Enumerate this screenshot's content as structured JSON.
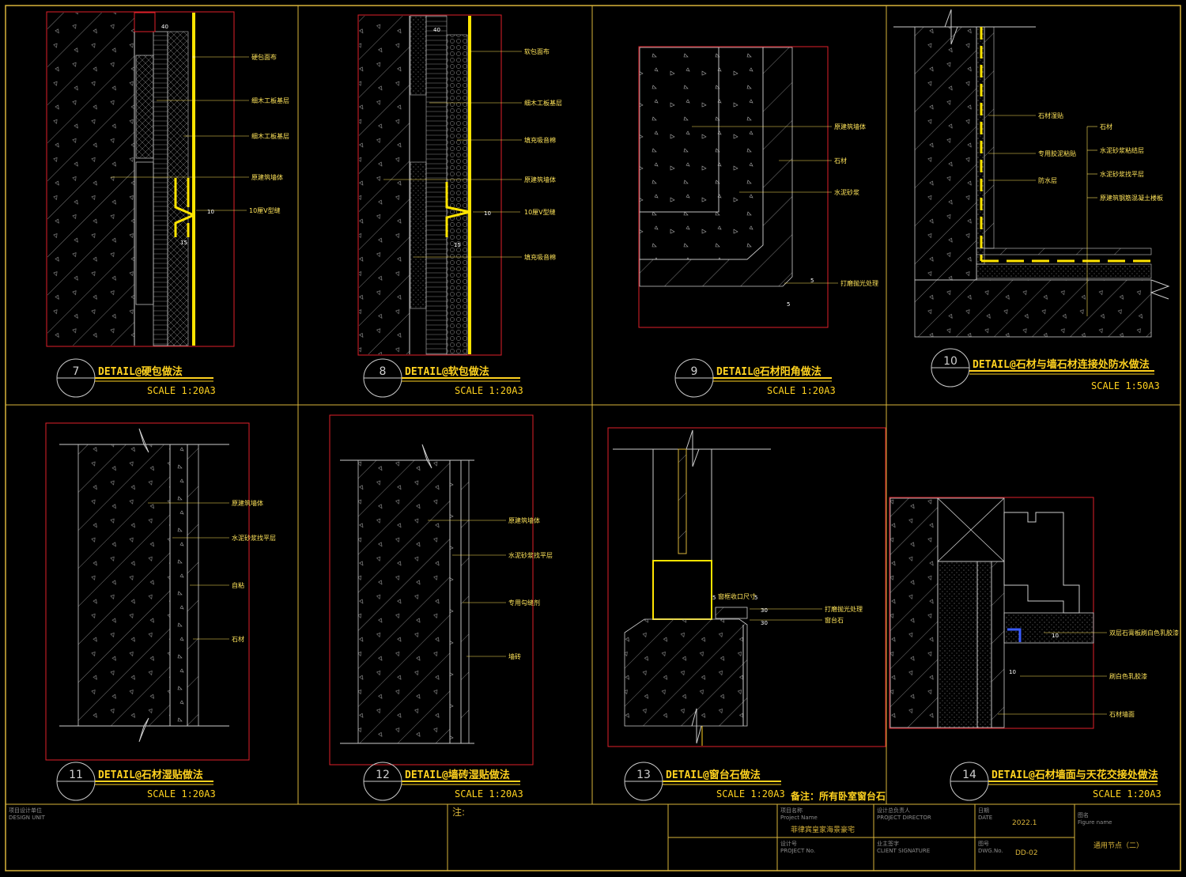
{
  "details": [
    {
      "id": "7",
      "title": "DETAIL@硬包做法",
      "scale": "SCALE 1:20A3",
      "labels": [
        "硬包面布",
        "细木工板基层",
        "细木工板基层",
        "原建筑墙体",
        "10厘V型缝"
      ],
      "dims": [
        "40",
        "10",
        "15"
      ]
    },
    {
      "id": "8",
      "title": "DETAIL@软包做法",
      "scale": "SCALE 1:20A3",
      "labels": [
        "软包面布",
        "细木工板基层",
        "填充吸音棉",
        "原建筑墙体",
        "10厘V型缝",
        "填充吸音棉"
      ],
      "dims": [
        "40",
        "10",
        "15"
      ]
    },
    {
      "id": "9",
      "title": "DETAIL@石材阳角做法",
      "scale": "SCALE 1:20A3",
      "labels": [
        "原建筑墙体",
        "石材",
        "水泥砂浆",
        "打磨抛光处理"
      ],
      "dims": [
        "5",
        "5"
      ]
    },
    {
      "id": "10",
      "title": "DETAIL@石材与墙石材连接处防水做法",
      "scale": "SCALE 1:50A3",
      "labels": [
        "石材湿贴",
        "专用胶泥粘贴",
        "防水层",
        "石材",
        "水泥砂浆粘结层",
        "水泥砂浆找平层",
        "原建筑钢筋混凝土楼板"
      ]
    },
    {
      "id": "11",
      "title": "DETAIL@石材湿贴做法",
      "scale": "SCALE 1:20A3",
      "labels": [
        "原建筑墙体",
        "水泥砂浆找平层",
        "自粘",
        "石材"
      ]
    },
    {
      "id": "12",
      "title": "DETAIL@墙砖湿贴做法",
      "scale": "SCALE 1:20A3",
      "labels": [
        "原建筑墙体",
        "水泥砂浆找平层",
        "专用勾缝剂",
        "墙砖"
      ]
    },
    {
      "id": "13",
      "title": "DETAIL@窗台石做法",
      "scale": "SCALE 1:20A3",
      "labels": [
        "打磨抛光处理",
        "窗台石"
      ],
      "dims": [
        "5",
        "窗框收口尺寸",
        "5",
        "30",
        "30"
      ],
      "note": "备注：所有卧室窗台石"
    },
    {
      "id": "14",
      "title": "DETAIL@石材墙面与天花交接处做法",
      "scale": "SCALE 1:20A3",
      "labels": [
        "双层石膏板刷白色乳胶漆",
        "刷白色乳胶漆",
        "石材墙面"
      ],
      "dims": [
        "10",
        "10"
      ]
    }
  ],
  "title_block": {
    "design_unit_label": "项目设计单位",
    "design_unit_en": "DESIGN UNIT",
    "note_label": "注:",
    "project_name_label": "项目名称",
    "project_name_en": "Project Name",
    "project_name": "菲律宾皇家海景豪宅",
    "director_label": "设计总负责人",
    "director_en": "PROJECT DIRECTOR",
    "date_label": "日期",
    "date_en": "DATE",
    "date": "2022.1",
    "figure_label": "图名",
    "figure_en": "Figure name",
    "figure_name": "通用节点（二）",
    "project_no_label": "设计号",
    "project_no_en": "PROJECT No.",
    "client_label": "业主签字",
    "client_en": "CLIENT SIGNATURE",
    "drawing_no_label": "图号",
    "drawing_no_en": "DWG.No.",
    "drawing_no": "DD-02"
  },
  "colors": {
    "frame": "#d9b43a",
    "red": "#e0202a",
    "yellow": "#ffe400",
    "line": "#c8c8c8",
    "gold": "#ffd21f"
  }
}
